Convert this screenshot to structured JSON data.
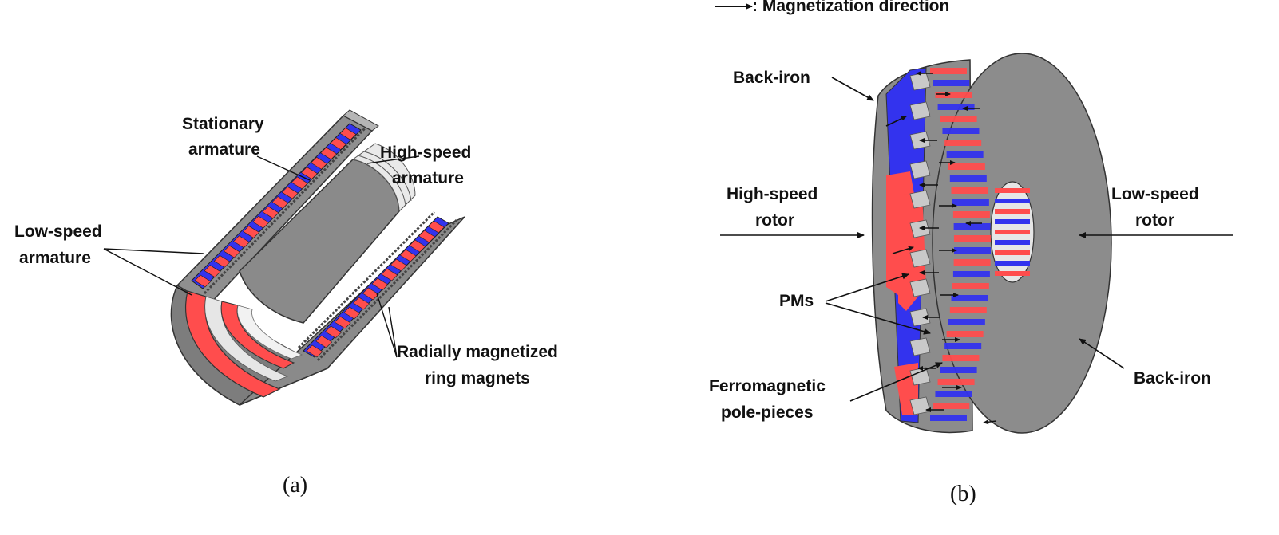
{
  "figure_a": {
    "caption": "(a)",
    "labels": {
      "stationary_armature": [
        "Stationary",
        "armature"
      ],
      "high_speed_armature": [
        "High-speed",
        "armature"
      ],
      "low_speed_armature": [
        "Low-speed",
        "armature"
      ],
      "ring_magnets": [
        "Radially magnetized",
        "ring magnets"
      ]
    }
  },
  "figure_b": {
    "caption": "(b)",
    "legend": ": Magnetization direction",
    "labels": {
      "back_iron_top": "Back-iron",
      "high_speed_rotor": [
        "High-speed",
        "rotor"
      ],
      "low_speed_rotor": [
        "Low-speed",
        "rotor"
      ],
      "pms": "PMs",
      "back_iron_bottom": "Back-iron",
      "pole_pieces": [
        "Ferromagnetic",
        "pole-pieces"
      ]
    }
  },
  "colors": {
    "magnet_red": "#ff4d4d",
    "magnet_blue": "#3333ee",
    "iron_gray": "#8c8c8c",
    "iron_dark": "#5a5a5a",
    "pole_light": "#c9c9c9"
  }
}
